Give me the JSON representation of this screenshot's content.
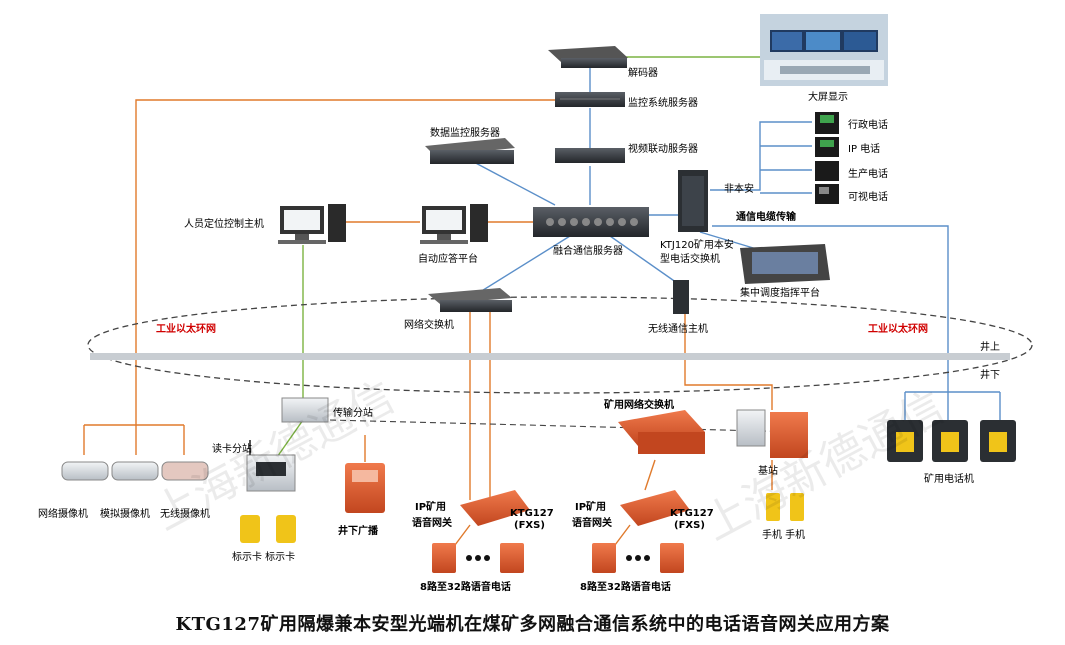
{
  "caption": "KTG127矿用隔爆兼本安型光端机在煤矿多网融合通信系统中的电话语音网关应用方案",
  "watermarks": [
    "上海新德通信",
    "上海新德通信"
  ],
  "labels": {
    "decoder": "解码器",
    "big_screen": "大屏显示",
    "monitor_server": "监控系统服务器",
    "data_monitor_server": "数据监控服务器",
    "video_link_server": "视频联动服务器",
    "admin_phone": "行政电话",
    "ip_phone": "IP 电话",
    "production_phone": "生产电话",
    "video_phone": "可视电话",
    "non_safe": "非本安",
    "comm_cable": "通信电缆传输",
    "personnel_host": "人员定位控制主机",
    "auto_answer": "自动应答平台",
    "fusion_server": "融合通信服务器",
    "ktj120_line1": "KTJ120矿用本安",
    "ktj120_line2": "型电话交换机",
    "dispatch": "集中调度指挥平台",
    "net_switch": "网络交换机",
    "wireless_host": "无线通信主机",
    "ring_left": "工业以太环网",
    "ring_right": "工业以太环网",
    "above": "井上",
    "below": "井下",
    "trans_station": "传输分站",
    "card_station": "读卡分站",
    "mine_switch": "矿用网络交换机",
    "base_station": "基站",
    "mine_phones": "矿用电话机",
    "cam_net": "网络摄像机",
    "cam_analog": "模拟摄像机",
    "cam_wireless": "无线摄像机",
    "tag_cards": "标示卡 标示卡",
    "broadcast": "井下广播",
    "gw_ip_1": "IP矿用",
    "gw_voice_1": "语音网关",
    "gw_ktg_1": "KTG127",
    "gw_fxs_1": "(FXS)",
    "gw_ip_2": "IP矿用",
    "gw_voice_2": "语音网关",
    "gw_ktg_2": "KTG127",
    "gw_fxs_2": "(FXS)",
    "phones_8_32_a": "8路至32路语音电话",
    "phones_8_32_b": "8路至32路语音电话",
    "handsets": "手机 手机"
  },
  "colors": {
    "orange_link": "#e07a2c",
    "blue_link": "#5b8fc9",
    "green_link": "#7cb342",
    "ring_bar": "#c8cdd2",
    "red_label": "#d00000",
    "device_orange": "#e8643a"
  }
}
